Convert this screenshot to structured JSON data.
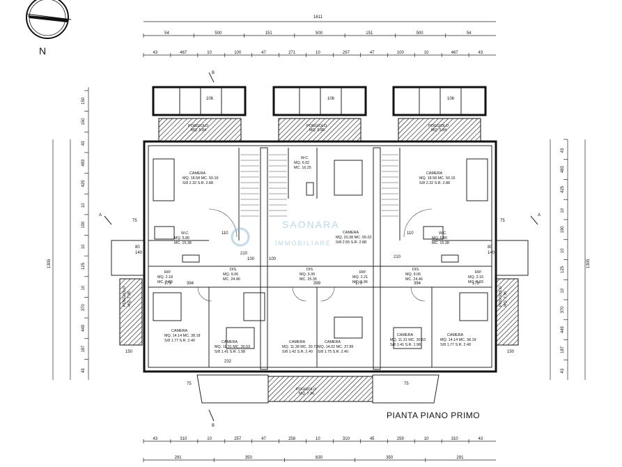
{
  "title": "PIANTA PIANO PRIMO",
  "compass_label": "N",
  "watermark": {
    "line1": "SAONARA",
    "line2": "IMMOBILIARE"
  },
  "section_marks": [
    "B",
    "B",
    "A",
    "A"
  ],
  "dims_top": {
    "total": "1611",
    "row2": [
      "54",
      "500",
      "151",
      "500",
      "151",
      "500",
      "54"
    ],
    "row3": [
      "43",
      "467",
      "10",
      "100",
      "47",
      "271",
      "10",
      "297",
      "47",
      "100",
      "10",
      "467",
      "43"
    ]
  },
  "dims_bottom": {
    "row1": [
      "43",
      "310",
      "10",
      "257",
      "47",
      "258",
      "10",
      "310",
      "45",
      "259",
      "10",
      "310",
      "43"
    ],
    "row2": [
      "291",
      "350",
      "630",
      "350",
      "291"
    ]
  },
  "dims_left": {
    "outer": "1305",
    "mid": [
      "150",
      "150",
      "43",
      "483",
      "425",
      "10",
      "190",
      "10",
      "125",
      "10",
      "370",
      "449",
      "187",
      "43"
    ]
  },
  "dims_right": {
    "outer": "1305",
    "mid": [
      "43",
      "483",
      "425",
      "10",
      "190",
      "10",
      "125",
      "10",
      "370",
      "449",
      "187",
      "43"
    ]
  },
  "misc_dims": [
    "75",
    "75",
    "75",
    "75",
    "150",
    "150",
    "80",
    "140",
    "80",
    "140",
    "110",
    "210",
    "100",
    "100",
    "110",
    "210",
    "394",
    "399",
    "394",
    "173",
    "170",
    "173",
    "232",
    "106",
    "106",
    "106"
  ],
  "balconies": [
    {
      "label": "POGGIOLO",
      "value": "MQ. 5.84"
    },
    {
      "label": "POGGIOLO",
      "value": "MQ. 5.85"
    },
    {
      "label": "POGGIOLO",
      "value": "MQ. 5.84"
    },
    {
      "label": "POGGIOLO",
      "value": "MQ. 7.36"
    },
    {
      "label": "POGGIOLO",
      "value": "MQ. 7.36"
    },
    {
      "label": "POGGIOLO",
      "value": "MQ. 7.36"
    }
  ],
  "rooms": [
    {
      "name": "CAMERA",
      "l1": "MQ. 18.58 MC. 50.16",
      "l2": "S/8 2.32 S.R. 2.88"
    },
    {
      "name": "W.C.",
      "l1": "MQ. 5.80",
      "l2": "MC. 15.38"
    },
    {
      "name": "RIP.",
      "l1": "MQ. 2.18",
      "l2": "MC. 5.83"
    },
    {
      "name": "DIS.",
      "l1": "MQ. 9.06",
      "l2": "MC. 24.46"
    },
    {
      "name": "CAMERA",
      "l1": "MQ. 14.14 MC. 38.18",
      "l2": "S/8 1.77 S.R. 2.40"
    },
    {
      "name": "CAMERA",
      "l1": "MQ. 11.31 MC. 30.53",
      "l2": "S/8 1.41 S.R. 1.98"
    },
    {
      "name": "W.C.",
      "l1": "MQ. 6.02",
      "l2": "MC. 16.25"
    },
    {
      "name": "CAMERA",
      "l1": "MQ. 20.38 MC. 55.02",
      "l2": "S/8 2.55 S.R. 2.88"
    },
    {
      "name": "DIS.",
      "l1": "MQ. 9.39",
      "l2": "MC. 25.35"
    },
    {
      "name": "RIP.",
      "l1": "MQ. 2.21",
      "l2": "MC. 5.96"
    },
    {
      "name": "CAMERA",
      "l1": "MQ. 11.38 MC. 30.72",
      "l2": "S/8 1.42 S.R. 2.40"
    },
    {
      "name": "CAMERA",
      "l1": "MQ. 14.02 MC. 37.85",
      "l2": "S/8 1.75 S.R. 2.40"
    },
    {
      "name": "CAMERA",
      "l1": "MQ. 18.58 MC. 50.16",
      "l2": "S/8 2.32 S.R. 2.88"
    },
    {
      "name": "W.C.",
      "l1": "MQ. 5.80",
      "l2": "MC. 15.38"
    },
    {
      "name": "DIS.",
      "l1": "MQ. 9.06",
      "l2": "MC. 24.46"
    },
    {
      "name": "RIP.",
      "l1": "MQ. 2.16",
      "l2": "MC. 5.83"
    },
    {
      "name": "CAMERA",
      "l1": "MQ. 11.31 MC. 30.53",
      "l2": "S/8 1.41 S.R. 1.98"
    },
    {
      "name": "CAMERA",
      "l1": "MQ. 14.14 MC. 38.18",
      "l2": "S/8 1.77 S.R. 2.40"
    }
  ]
}
